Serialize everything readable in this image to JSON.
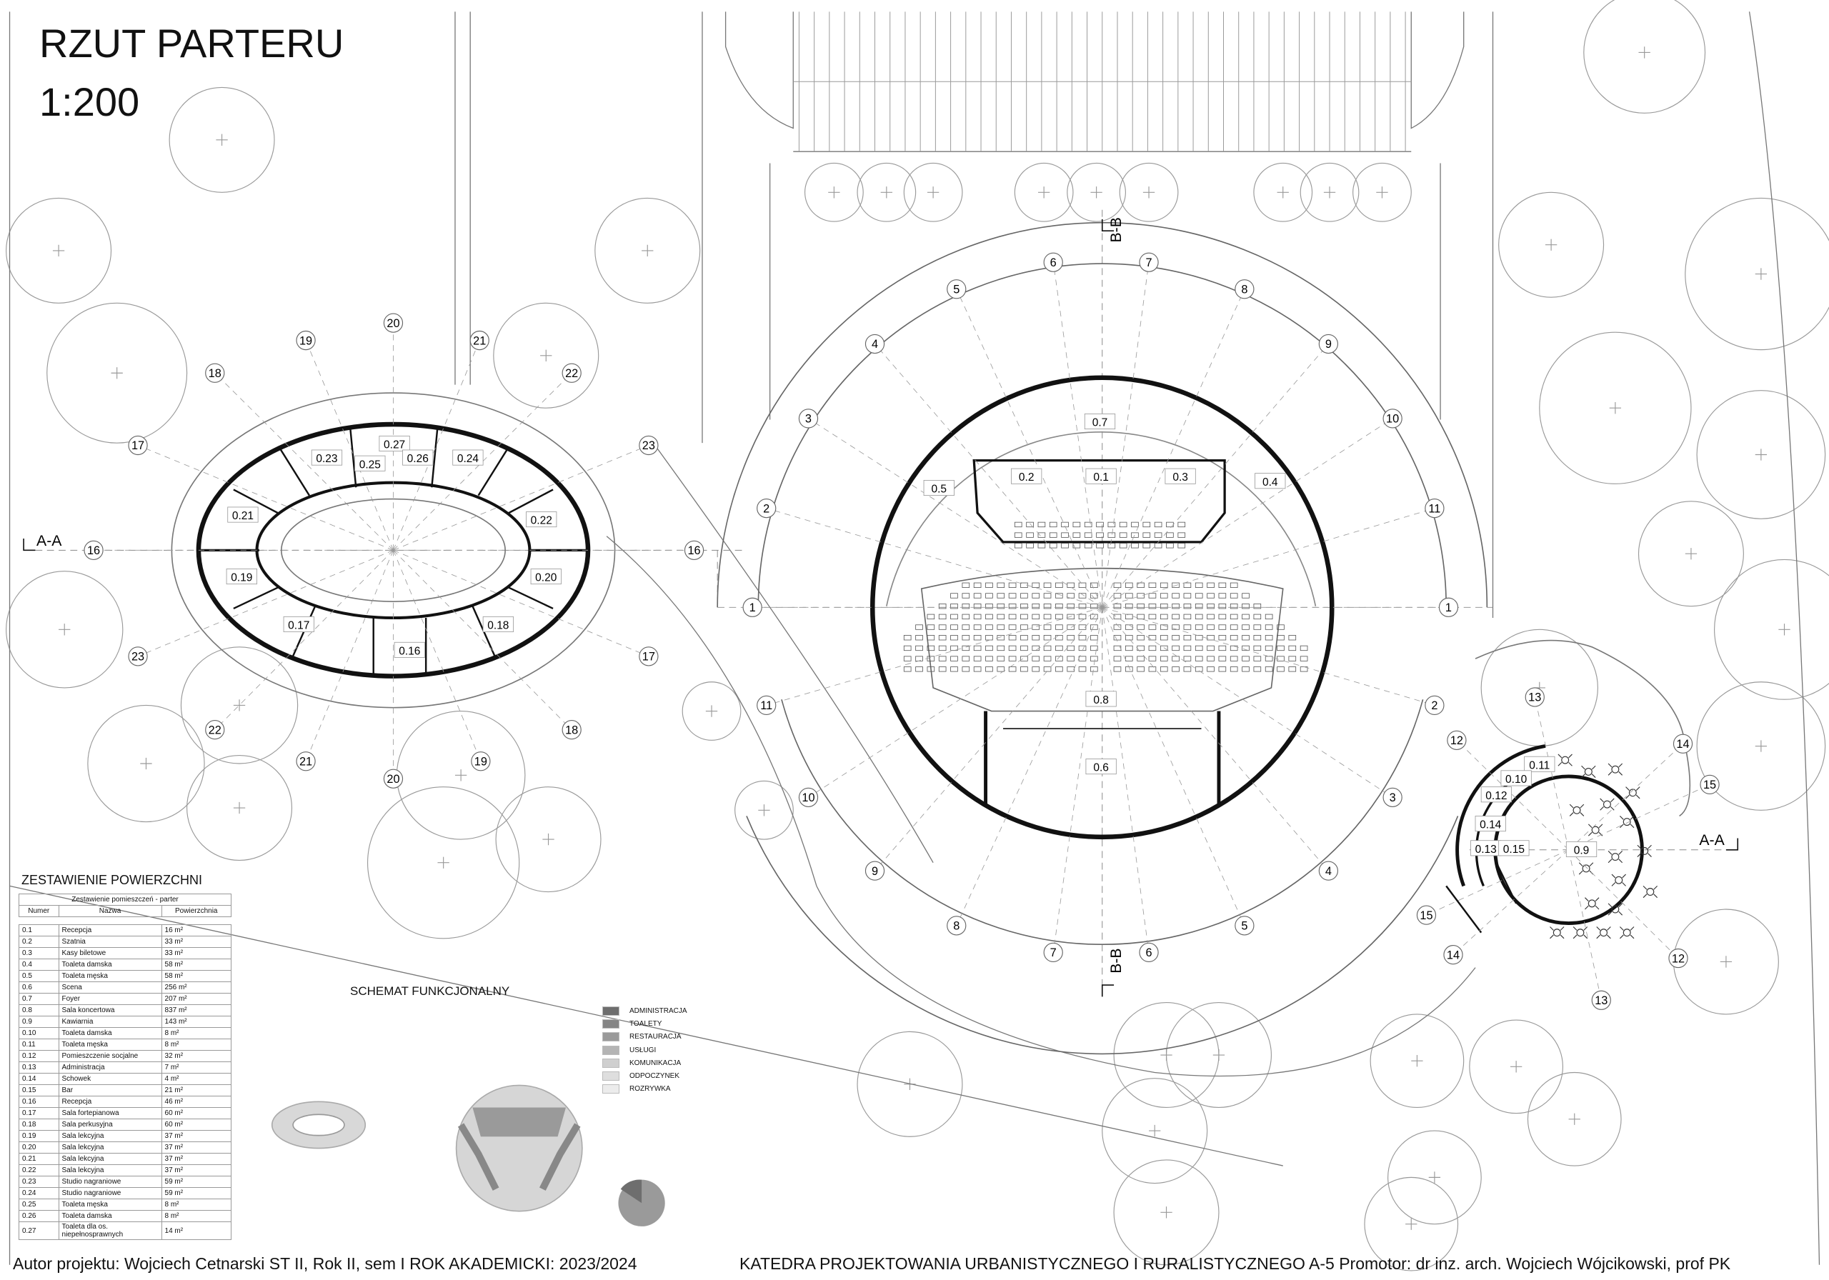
{
  "title": "RZUT PARTERU",
  "scale": "1:200",
  "sections": {
    "aa": "A-A",
    "bb": "B-B"
  },
  "hall_axes": [
    "1",
    "1",
    "2",
    "2",
    "3",
    "3",
    "4",
    "4",
    "5",
    "5",
    "6",
    "6",
    "7",
    "7",
    "8",
    "8",
    "9",
    "9",
    "10",
    "10",
    "11",
    "11"
  ],
  "school_axes": [
    "16",
    "16",
    "17",
    "17",
    "18",
    "18",
    "19",
    "19",
    "20",
    "20",
    "21",
    "21",
    "22",
    "22",
    "23",
    "23"
  ],
  "cafe_axes": [
    "12",
    "12",
    "13",
    "13",
    "14",
    "14",
    "15",
    "15"
  ],
  "room_labels": [
    "0.7",
    "0.2",
    "0.1",
    "0.3",
    "0.5",
    "0.4",
    "0.8",
    "0.6",
    "0.27",
    "0.25",
    "0.26",
    "0.23",
    "0.24",
    "0.21",
    "0.22",
    "0.19",
    "0.20",
    "0.17",
    "0.18",
    "0.16",
    "0.11",
    "0.10",
    "0.12",
    "0.14",
    "0.13",
    "0.15",
    "0.9"
  ],
  "area_table": {
    "heading": "ZESTAWIENIE POWIERZCHNI",
    "caption": "Zestawienie pomieszczeń - parter",
    "columns": [
      "Numer",
      "Nazwa",
      "Powierzchnia"
    ],
    "rows": [
      [
        "0.1",
        "Recepcja",
        "16 m²"
      ],
      [
        "0.2",
        "Szatnia",
        "33 m²"
      ],
      [
        "0.3",
        "Kasy biletowe",
        "33 m²"
      ],
      [
        "0.4",
        "Toaleta damska",
        "58 m²"
      ],
      [
        "0.5",
        "Toaleta męska",
        "58 m²"
      ],
      [
        "0.6",
        "Scena",
        "256 m²"
      ],
      [
        "0.7",
        "Foyer",
        "207 m²"
      ],
      [
        "0.8",
        "Sala koncertowa",
        "837 m²"
      ],
      [
        "0.9",
        "Kawiarnia",
        "143 m²"
      ],
      [
        "0.10",
        "Toaleta damska",
        "8 m²"
      ],
      [
        "0.11",
        "Toaleta męska",
        "8 m²"
      ],
      [
        "0.12",
        "Pomieszczenie socjalne",
        "32 m²"
      ],
      [
        "0.13",
        "Administracja",
        "7 m²"
      ],
      [
        "0.14",
        "Schowek",
        "4 m²"
      ],
      [
        "0.15",
        "Bar",
        "21 m²"
      ],
      [
        "0.16",
        "Recepcja",
        "46 m²"
      ],
      [
        "0.17",
        "Sala fortepianowa",
        "60 m²"
      ],
      [
        "0.18",
        "Sala perkusyjna",
        "60 m²"
      ],
      [
        "0.19",
        "Sala lekcyjna",
        "37 m²"
      ],
      [
        "0.20",
        "Sala lekcyjna",
        "37 m²"
      ],
      [
        "0.21",
        "Sala lekcyjna",
        "37 m²"
      ],
      [
        "0.22",
        "Sala lekcyjna",
        "37 m²"
      ],
      [
        "0.23",
        "Studio nagraniowe",
        "59 m²"
      ],
      [
        "0.24",
        "Studio nagraniowe",
        "59 m²"
      ],
      [
        "0.25",
        "Toaleta męska",
        "8 m²"
      ],
      [
        "0.26",
        "Toaleta damska",
        "8 m²"
      ],
      [
        "0.27",
        "Toaleta dla os. niepełnosprawnych",
        "14 m²"
      ]
    ]
  },
  "schema": {
    "title": "SCHEMAT FUNKCJONALNY",
    "legend": [
      {
        "label": "ADMINISTRACJA",
        "color": "#6e6e6e"
      },
      {
        "label": "TOALETY",
        "color": "#858585"
      },
      {
        "label": "RESTAURACJA",
        "color": "#9a9a9a"
      },
      {
        "label": "USŁUGI",
        "color": "#b4b4b4"
      },
      {
        "label": "KOMUNIKACJA",
        "color": "#cfcfcf"
      },
      {
        "label": "ODPOCZYNEK",
        "color": "#dedede"
      },
      {
        "label": "ROZRYWKA",
        "color": "#ececec"
      }
    ]
  },
  "footer": {
    "author": "Autor projektu: Wojciech Cetnarski ST II, Rok II, sem I ROK AKADEMICKI: 2023/2024",
    "department": "KATEDRA PROJEKTOWANIA URBANISTYCZNEGO I RURALISTYCZNEGO A-5  Promotor: dr inz. arch. Wojciech Wójcikowski, prof PK"
  }
}
